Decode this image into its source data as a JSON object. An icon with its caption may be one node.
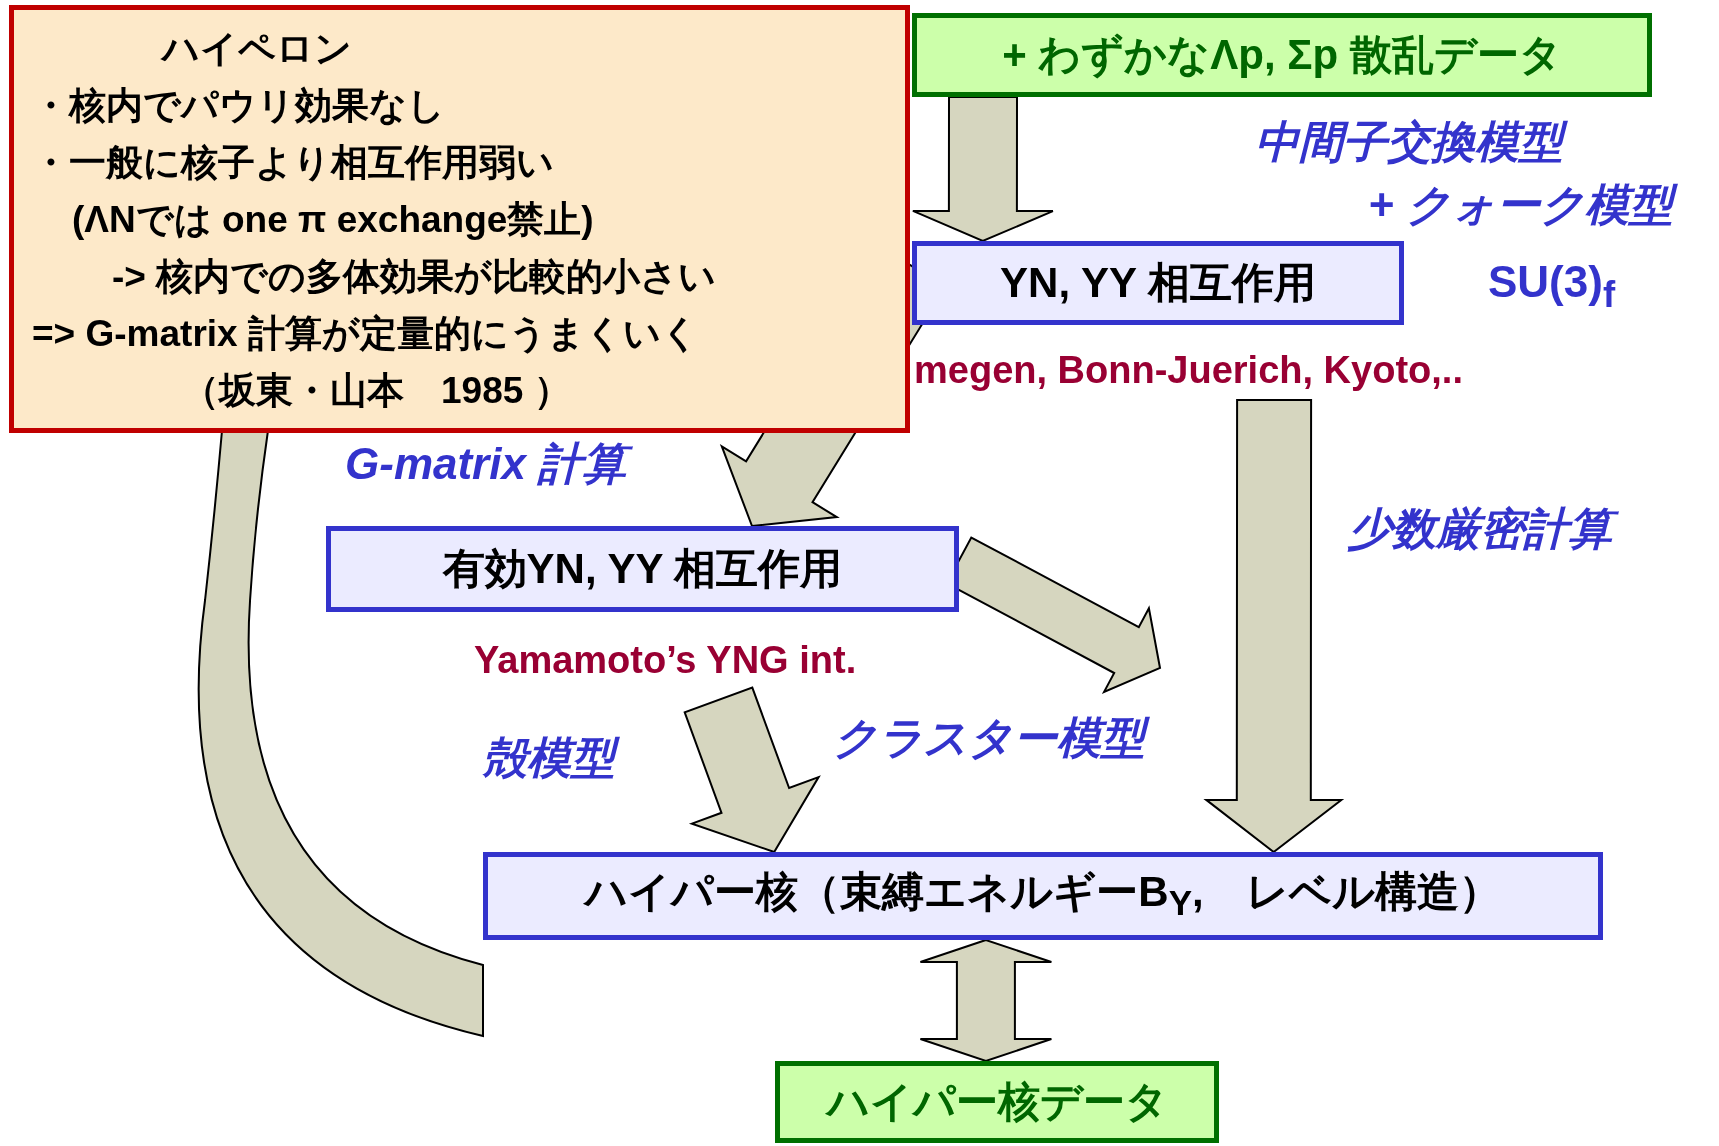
{
  "diagram": {
    "nodes": [
      {
        "text": [
          "ハイペロン",
          "・核内でパウリ効果なし",
          "・一般に核子より相互作用弱い",
          "(ΛNでは one π exchange禁止)",
          "-> 核内での多体効果が比較的小さい",
          "=> G-matrix 計算が定量的にうまくいく",
          "（坂東・山本　1985 ）"
        ]
      },
      {
        "text": [
          "+ わずかなΛp, Σp 散乱データ"
        ]
      },
      {
        "text": [
          "YN, YY 相互作用"
        ]
      },
      {
        "text": [
          "有効YN, YY 相互作用"
        ],
        "beside": [
          "Yamamoto’s YNG int."
        ]
      },
      {
        "text": [
          "ハイパー核（束縛エネルギーB$_{Y}$,　レベル構造）"
        ]
      },
      {
        "text": [
          "ハイパー核データ"
        ]
      }
    ],
    "edges": [
      {
        "from": 1,
        "to": 2,
        "arrow": "to"
      },
      {
        "from": 2,
        "to": 3,
        "arrow": "to"
      },
      {
        "from": 3,
        "to": 4,
        "arrow": "to"
      },
      {
        "from": 3,
        "to": null,
        "arrow": "to"
      },
      {
        "from": 2,
        "to": 4,
        "arrow": "to"
      },
      {
        "from": 4,
        "to": 5,
        "arrow": "both"
      },
      {
        "from": 4,
        "to": 0,
        "arrow": "none"
      }
    ],
    "labels": [
      "中間子交換模型",
      "+ クォーク模型",
      "SU(3)$_{f}$",
      "megen, Bonn-Juerich, Kyoto,..",
      "G-matrix 計算",
      "少数厳密計算",
      "クラスター模型",
      "殻模型"
    ]
  }
}
